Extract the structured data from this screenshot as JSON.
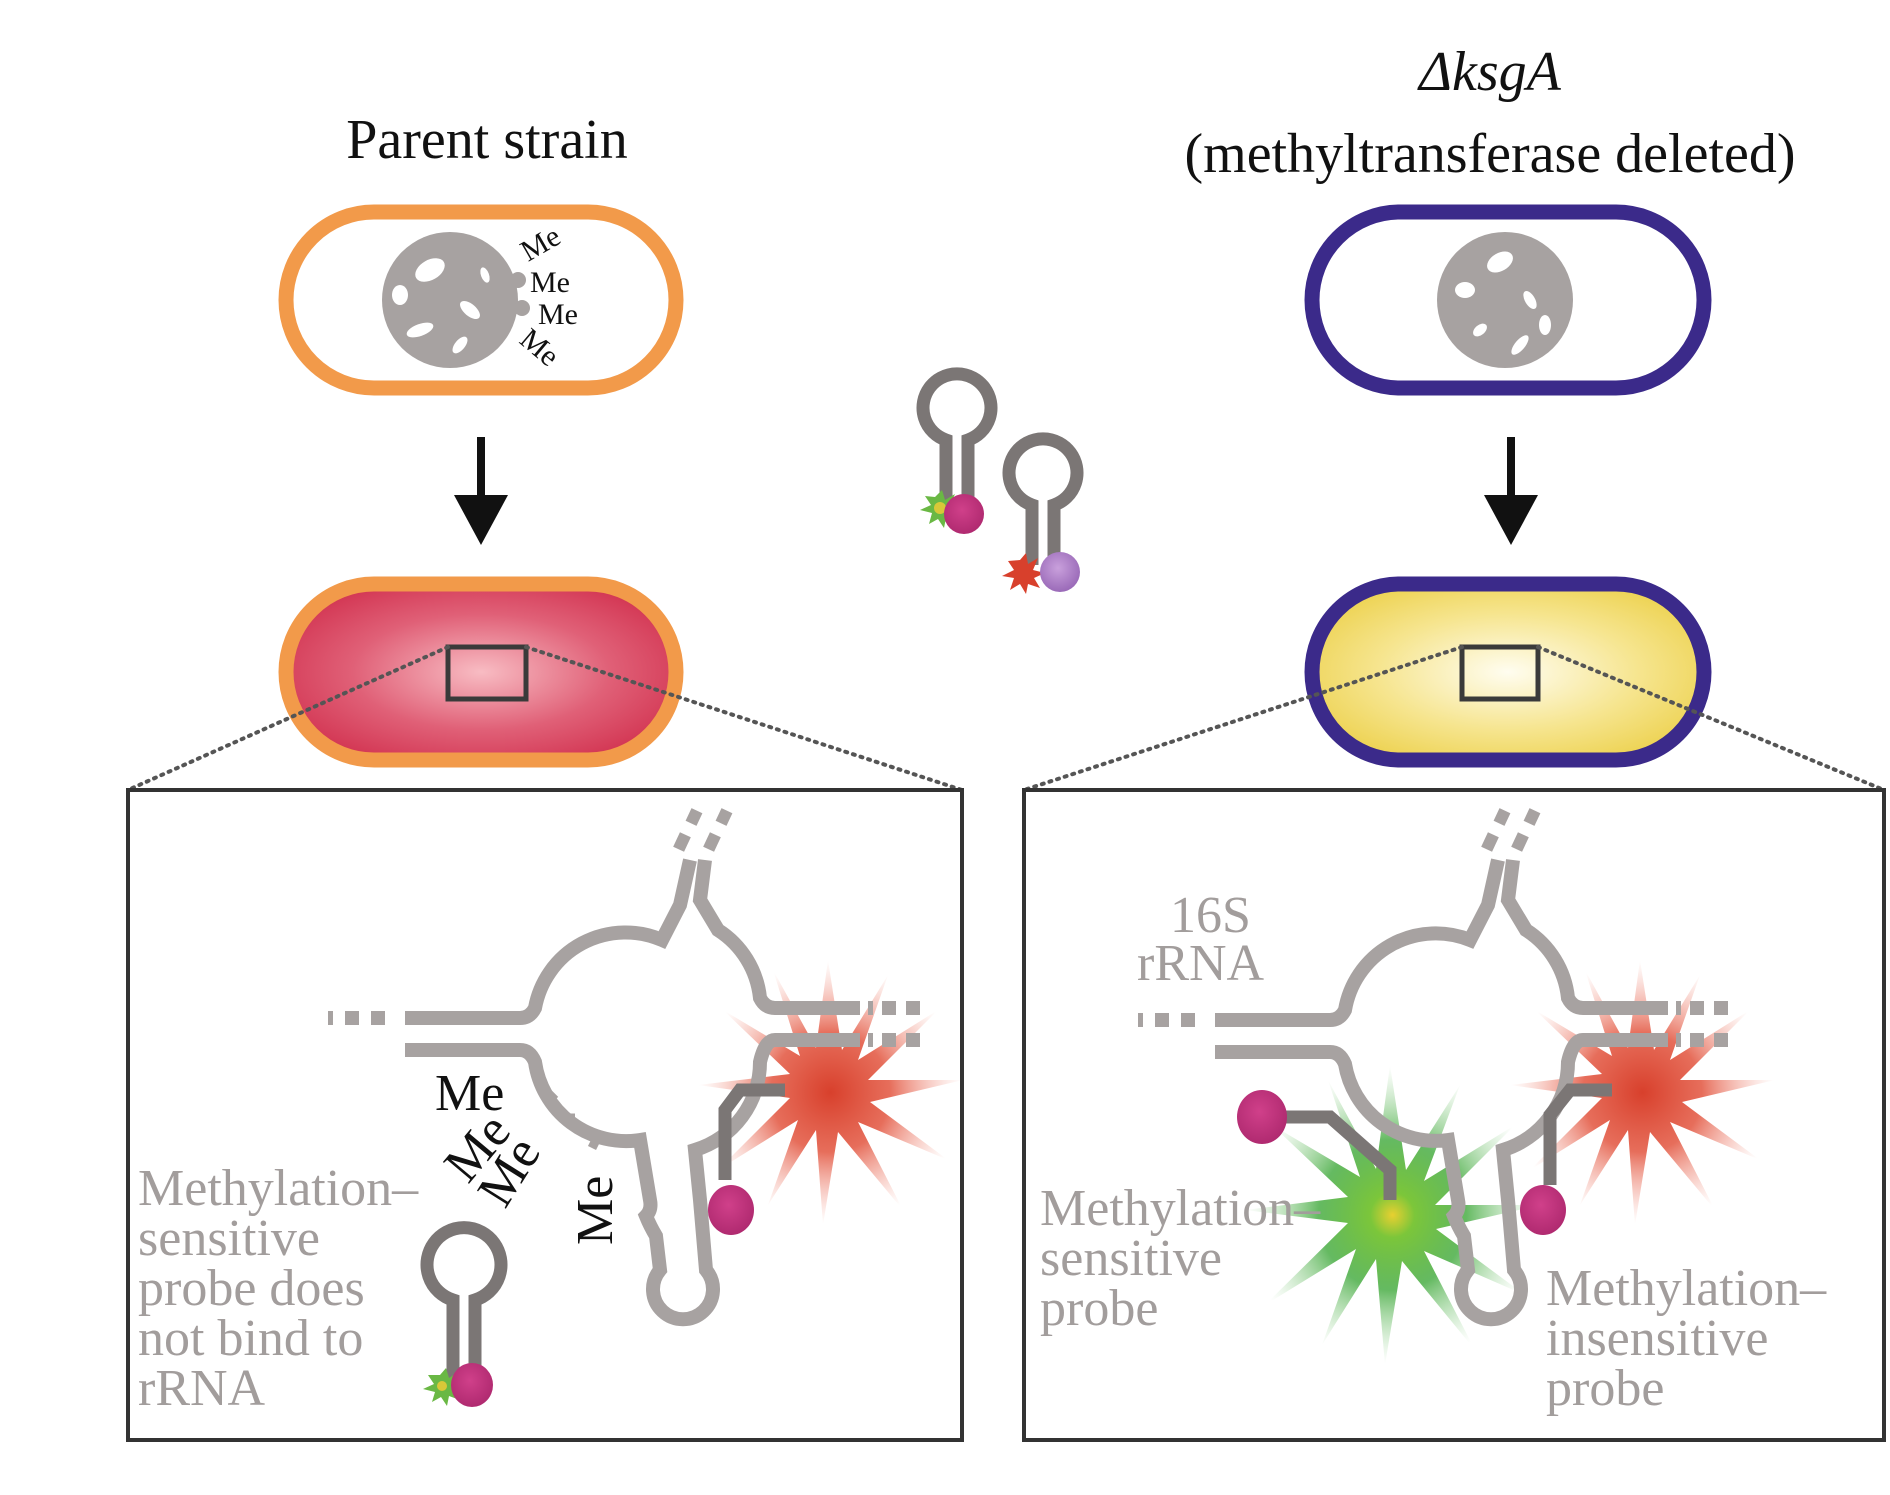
{
  "titles": {
    "parent": "Parent strain",
    "mutant_line1": "ΔksgA",
    "mutant_line2": "(methyltransferase deleted)"
  },
  "methyl_label": "Me",
  "left_panel": {
    "probe_label": [
      "Methylation–",
      "sensitive",
      "probe does",
      "not bind to",
      "rRNA"
    ]
  },
  "right_panel": {
    "rrna_label": [
      "16S",
      "rRNA"
    ],
    "sensitive_label": [
      "Methylation–",
      "sensitive",
      "probe"
    ],
    "insensitive_label": [
      "Methylation–",
      "insensitive",
      "probe"
    ]
  },
  "colors": {
    "parent_membrane": "#f29a4a",
    "mutant_membrane": "#3b2a8a",
    "parent_fluorescence": "#d1304e",
    "mutant_fluorescence": "#ecd04a",
    "quencher": "#c52f7e",
    "quencher_alt": "#b784c8",
    "green_fluor": "#52b848",
    "red_fluor": "#d8402c",
    "rna_gray": "#a7a2a1"
  }
}
